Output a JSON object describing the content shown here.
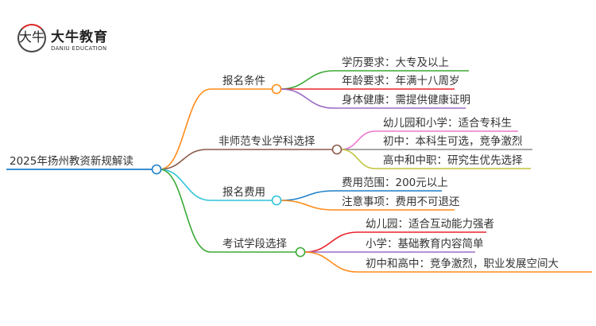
{
  "logo": {
    "mark": "大牛",
    "name": "大牛教育",
    "subtitle": "DANIU EDUCATION"
  },
  "root": {
    "label": "2025年扬州教资新规解读",
    "color": "#1e7fc8"
  },
  "branches": [
    {
      "label": "报名条件",
      "color": "#ff8c1a",
      "leaves": [
        {
          "label": "学历要求：大专及以上",
          "color": "#3aaa35"
        },
        {
          "label": "年龄要求：年满十八周岁",
          "color": "#e8242c"
        },
        {
          "label": "身体健康：需提供健康证明",
          "color": "#9b6bc6"
        }
      ]
    },
    {
      "label": "非师范专业学科选择",
      "color": "#8b5a4a",
      "leaves": [
        {
          "label": "幼儿园和小学：适合专科生",
          "color": "#ee77cc"
        },
        {
          "label": "初中：本科生可选，竞争激烈",
          "color": "#8c8c8c"
        },
        {
          "label": "高中和中职：研究生优先选择",
          "color": "#c2c23a"
        }
      ]
    },
    {
      "label": "报名费用",
      "color": "#2ec4d8",
      "leaves": [
        {
          "label": "费用范围：200元以上",
          "color": "#1e7fc8"
        },
        {
          "label": "注意事项：费用不可退还",
          "color": "#ff8c1a"
        }
      ]
    },
    {
      "label": "考试学段选择",
      "color": "#3aaa35",
      "leaves": [
        {
          "label": "幼儿园：适合互动能力强者",
          "color": "#e8242c"
        },
        {
          "label": "小学：基础教育内容简单",
          "color": "#9b6bc6"
        },
        {
          "label": "初中和高中：竞争激烈，职业发展空间大",
          "color": "#ff8c1a"
        }
      ]
    }
  ]
}
